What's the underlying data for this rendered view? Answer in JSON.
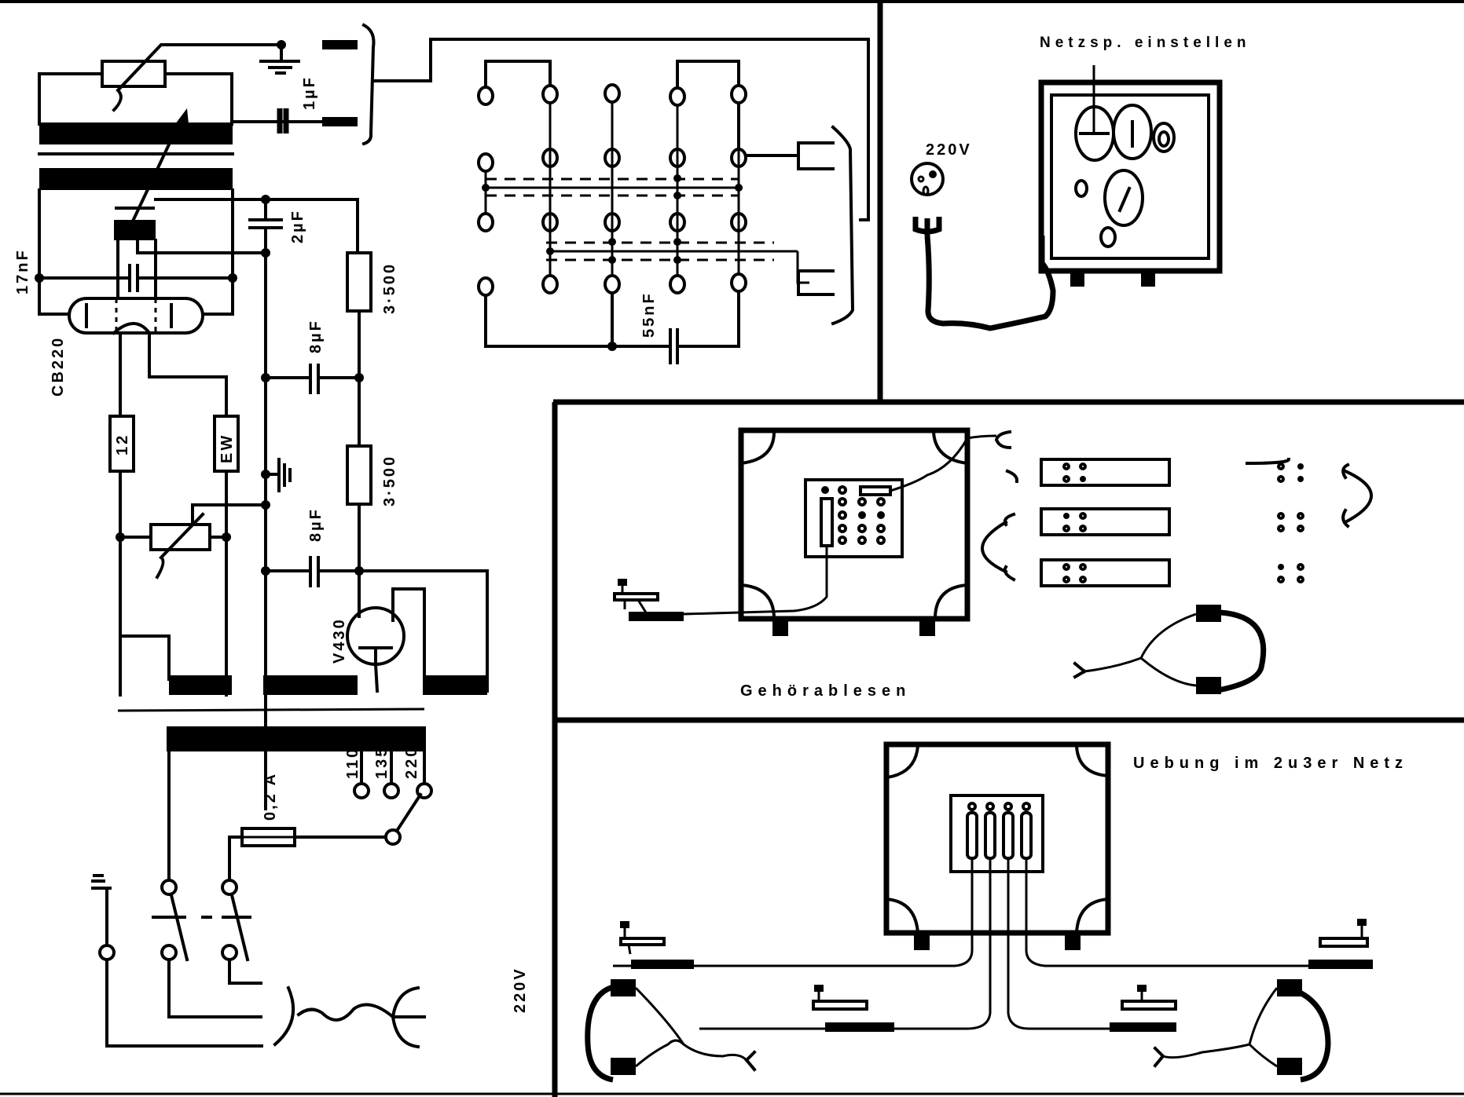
{
  "schematic": {
    "labels": {
      "cap_1uF": "1µF",
      "cap_2uF": "2µF",
      "cap_17nF": "17nF",
      "cap_8uF_top": "8µF",
      "cap_8uF_bottom": "8µF",
      "cap_55nF": "55nF",
      "res_3500_top": "3·500",
      "res_3500_bottom": "3·500",
      "res_12": "12",
      "res_ew": "EW",
      "tube_cb220": "CB220",
      "tube_v430": "V430",
      "fuse": "0,2 A",
      "tap_110": "110",
      "tap_135": "135",
      "tap_220": "220",
      "mains": "220V"
    }
  },
  "panels": {
    "mains_setup": {
      "caption": "Netzsp. einstellen",
      "socket_label": "220V"
    },
    "hearing_reading": {
      "caption": "Gehörablesen"
    },
    "network_practice": {
      "caption": "Uebung im 2u3er Netz"
    }
  }
}
